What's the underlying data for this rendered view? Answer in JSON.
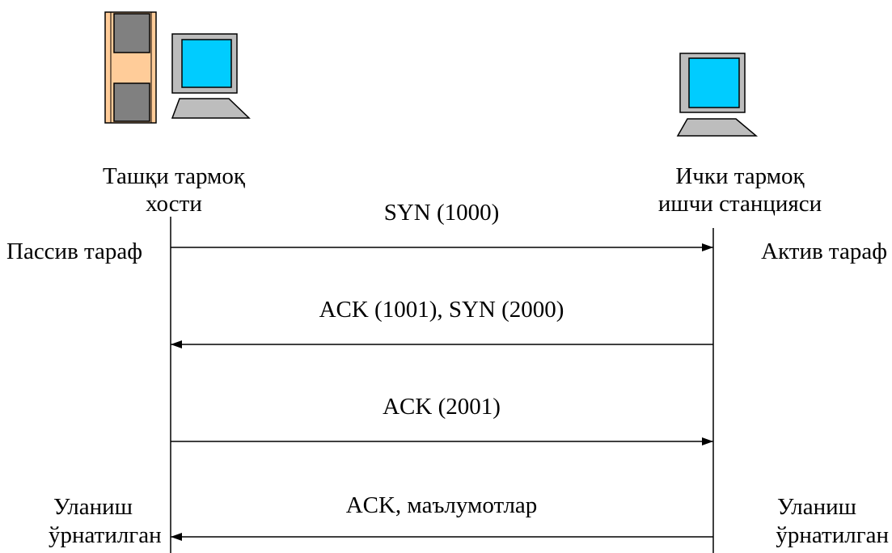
{
  "left_host": {
    "title_line1": "Ташқи тармоқ",
    "title_line2": "хости",
    "role": "Пассив тараф",
    "status_line1": "Уланиш",
    "status_line2": "ўрнатилган",
    "icons": [
      "server-tower-icon",
      "computer-monitor-icon"
    ]
  },
  "right_host": {
    "title_line1": "Ички тармоқ",
    "title_line2": "ишчи станцияси",
    "role": "Актив тараф",
    "status_line1": "Уланиш",
    "status_line2": "ўрнатилган",
    "icons": [
      "computer-monitor-icon"
    ]
  },
  "messages": [
    {
      "label": "SYN (1000)",
      "direction": "left-to-right"
    },
    {
      "label": "ACK (1001), SYN (2000)",
      "direction": "right-to-left"
    },
    {
      "label": "ACK (2001)",
      "direction": "left-to-right"
    },
    {
      "label": "ACK, маълумотлар",
      "direction": "right-to-left"
    }
  ],
  "colors": {
    "screen": "#00CCFF",
    "monitor_frame": "#BDBDBD",
    "keyboard": "#BDBDBD",
    "tower_body": "#FFCC99",
    "tower_panel": "#808080",
    "lines": "#000000"
  }
}
